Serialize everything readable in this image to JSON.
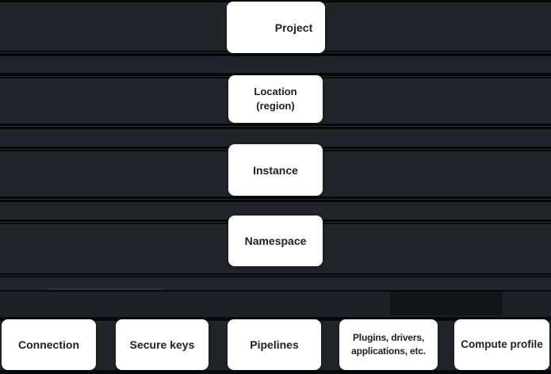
{
  "diagram": {
    "description": "Resource hierarchy diagram with stacked levels and leaf nodes",
    "boxes": {
      "project": {
        "label": "Project",
        "icon": "hexagon-cluster-icon"
      },
      "location": {
        "line1": "Location",
        "line2": "(region)"
      },
      "instance": {
        "label": "Instance"
      },
      "namespace": {
        "label": "Namespace"
      },
      "connection": {
        "label": "Connection"
      },
      "secure_keys": {
        "label": "Secure keys"
      },
      "pipelines": {
        "label": "Pipelines"
      },
      "plugins": {
        "line1": "Plugins, drivers,",
        "line2": "applications, etc."
      },
      "compute_profile": {
        "label": "Compute profile"
      }
    },
    "hierarchy_order": [
      "Project",
      "Location (region)",
      "Instance",
      "Namespace"
    ],
    "namespace_children": [
      "Connection",
      "Secure keys",
      "Pipelines",
      "Plugins, drivers, applications, etc.",
      "Compute profile"
    ],
    "colors": {
      "background": "#070809",
      "lane": "#212529",
      "lane_connector": "#1d2024",
      "gap_line": "#2b2e33",
      "box_background": "#ffffff",
      "box_text": "#202124",
      "hexagon_blue": "#6d94ea",
      "hexagon_blue_light": "#93b3f3",
      "hexagon_blue_dark": "#4a6dd0"
    }
  }
}
